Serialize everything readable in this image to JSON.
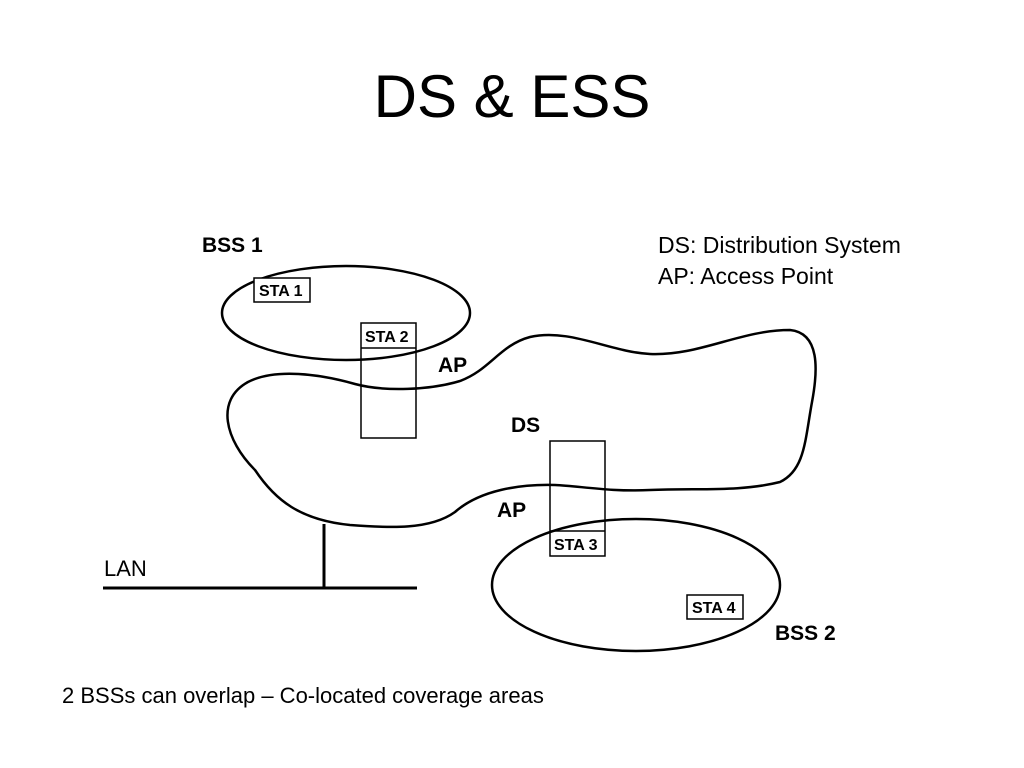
{
  "slide": {
    "title": "DS & ESS",
    "caption": "2 BSSs can overlap – Co-located coverage areas"
  },
  "legend": {
    "ds": "DS: Distribution System",
    "ap": "AP: Access Point"
  },
  "diagram": {
    "lan": "LAN",
    "bss1": "BSS 1",
    "bss2": "BSS 2",
    "ds": "DS",
    "ap_top": "AP",
    "ap_bottom": "AP",
    "sta1": "STA 1",
    "sta2": "STA 2",
    "sta3": "STA 3",
    "sta4": "STA 4"
  }
}
